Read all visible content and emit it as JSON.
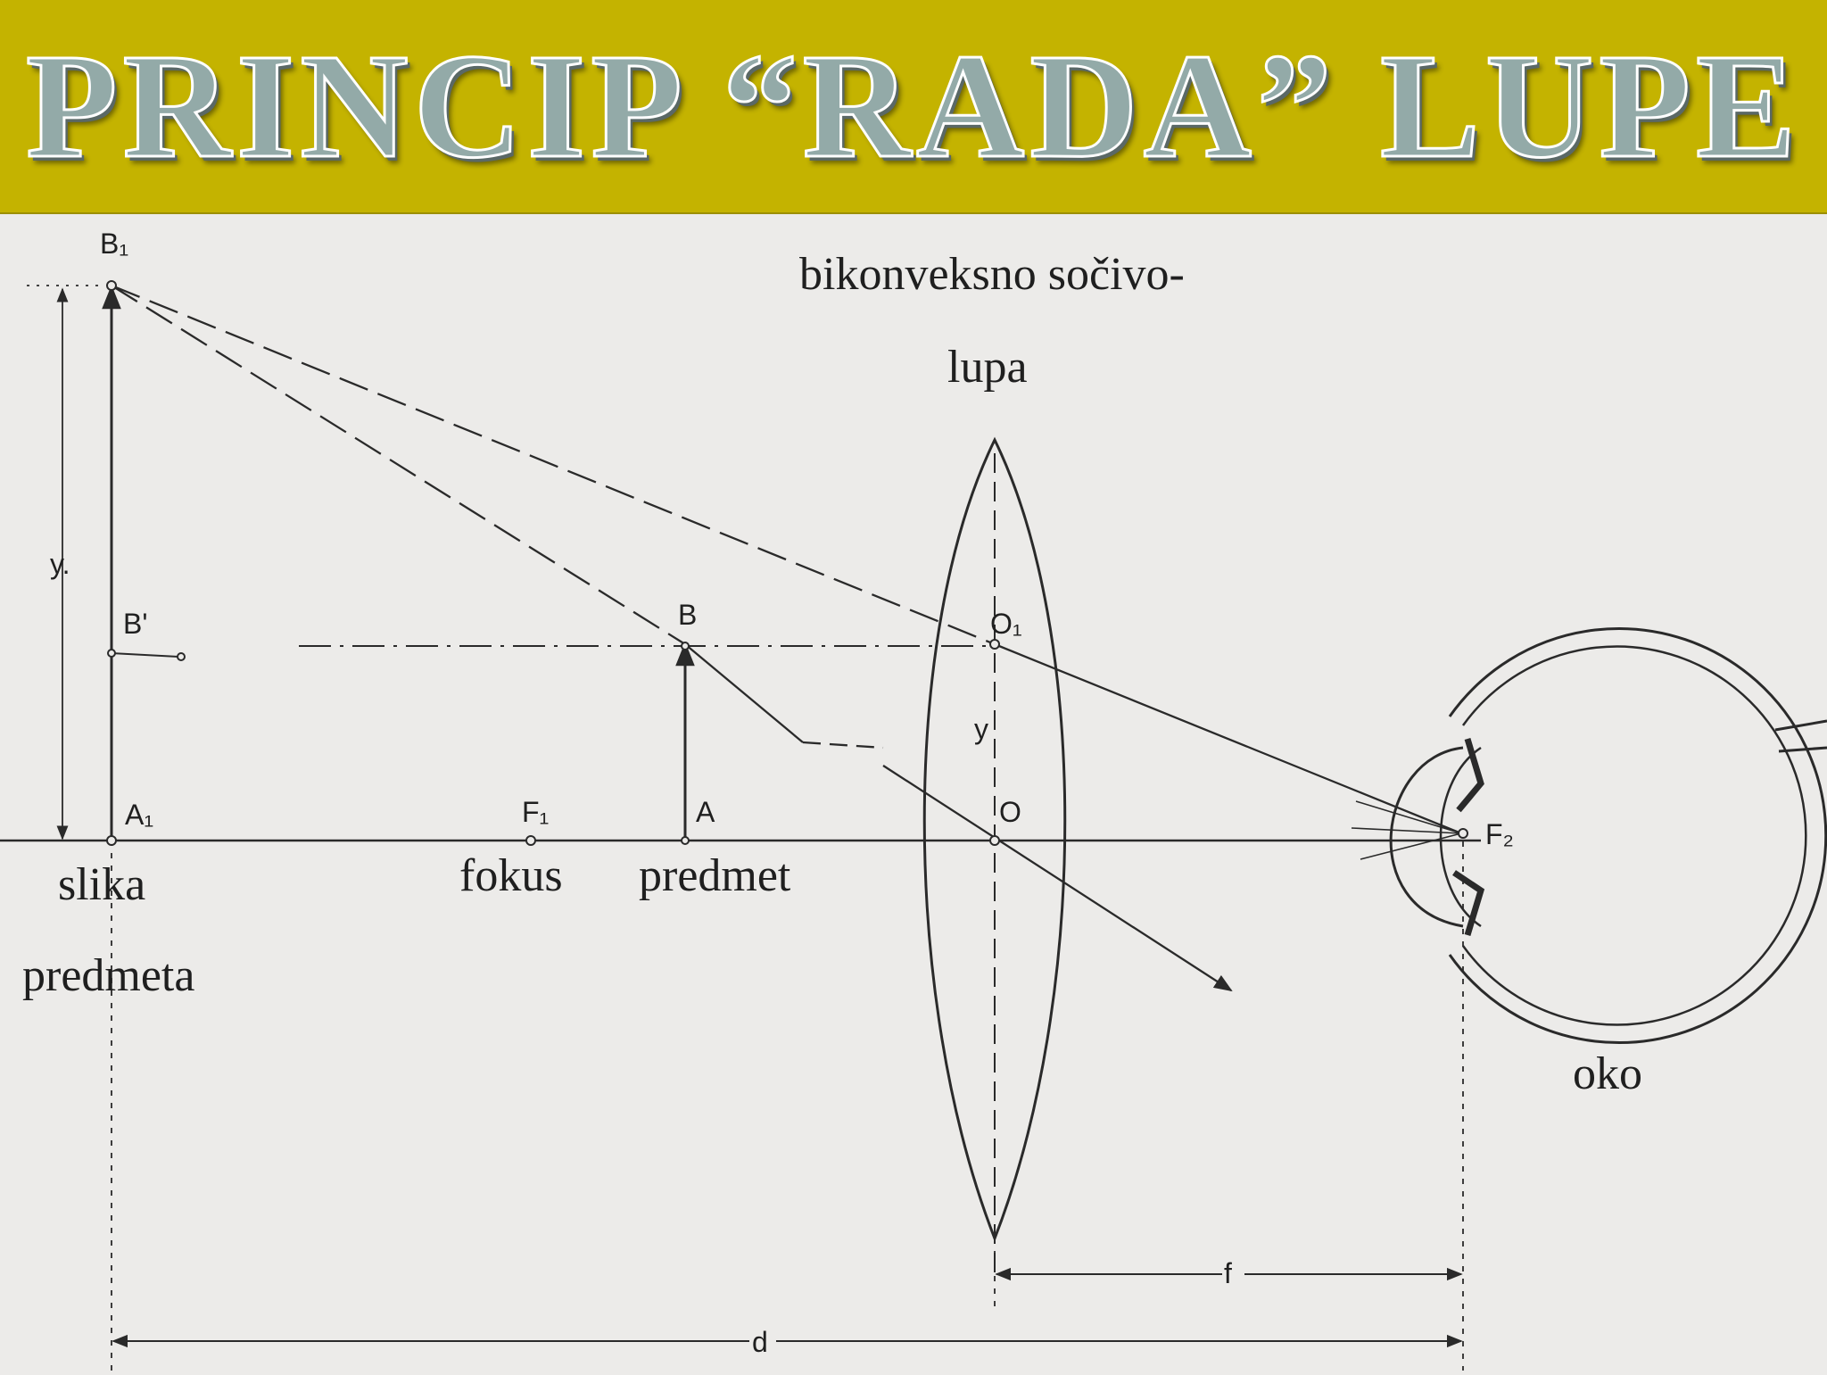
{
  "title": "PRINCIP “RADA” LUPE",
  "labels": {
    "lens_name_line1": "bikonveksno sočivo-",
    "lens_name_line2": "lupa",
    "image_line1": "slika",
    "image_line2": "predmeta",
    "focus": "fokus",
    "object": "predmet",
    "eye": "oko"
  },
  "points": {
    "B1": "B₁",
    "B_prime": "B'",
    "B": "B",
    "O1": "O₁",
    "A1": "A₁",
    "F1": "F₁",
    "A": "A",
    "O": "O",
    "F2": "F₂",
    "y_image": "y.",
    "y_object": "y",
    "f": "f",
    "d": "d"
  },
  "colors": {
    "title_band": "#c4b300",
    "title_text": "#93aaa8",
    "paper": "#ecebe9",
    "ink": "#2a2a2a"
  }
}
